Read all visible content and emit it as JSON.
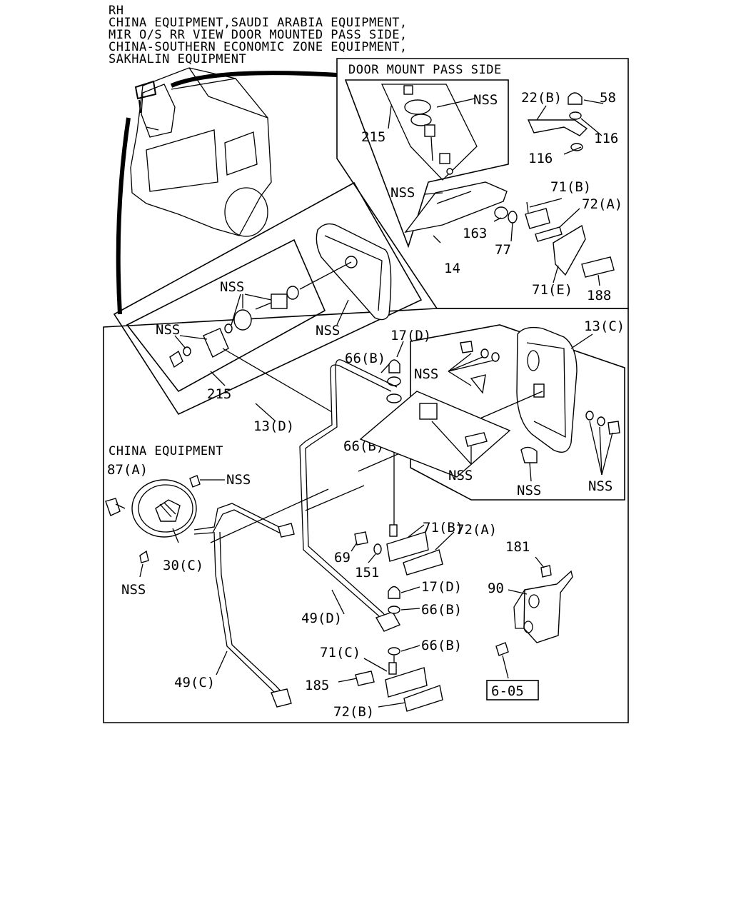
{
  "header": {
    "lines": [
      "RH",
      "CHINA EQUIPMENT,SAUDI ARABIA EQUIPMENT,",
      "MIR O/S RR VIEW DOOR MOUNTED PASS SIDE,",
      "CHINA-SOUTHERN ECONOMIC ZONE EQUIPMENT,",
      "SAKHALIN EQUIPMENT"
    ]
  },
  "sections": {
    "door_mount_pass_side": "DOOR MOUNT PASS SIDE",
    "china_equipment": "CHINA EQUIPMENT"
  },
  "callouts": {
    "door_nss": "NSS",
    "door_215": "215",
    "door_22b": "22(B)",
    "door_58": "58",
    "door_116a": "116",
    "door_116b": "116",
    "door_nss2": "NSS",
    "door_71b": "71(B)",
    "door_72a": "72(A)",
    "door_163": "163",
    "door_77": "77",
    "door_14": "14",
    "door_71e": "71(E)",
    "door_188": "188",
    "mirror_nss_top": "NSS",
    "mirror_nss_left": "NSS",
    "mirror_nss_right": "NSS",
    "mirror_215": "215",
    "mirror_13d": "13(D)",
    "upper_17d": "17(D)",
    "upper_66b_a": "66(B)",
    "upper_66b_b": "66(B)",
    "right_13c": "13(C)",
    "right_nss_a": "NSS",
    "right_nss_b": "NSS",
    "right_nss_c": "NSS",
    "right_nss_d": "NSS",
    "china_87a": "87(A)",
    "china_nss_a": "NSS",
    "china_nss_b": "NSS",
    "china_30c": "30(C)",
    "mid_71b": "71(B)",
    "mid_72a": "72(A)",
    "mid_69": "69",
    "mid_151": "151",
    "mid_17d": "17(D)",
    "mid_66b_a": "66(B)",
    "mid_49d": "49(D)",
    "mid_71c": "71(C)",
    "mid_66b_b": "66(B)",
    "mid_185": "185",
    "mid_72b": "72(B)",
    "left_49c": "49(C)",
    "br_181": "181",
    "br_90": "90",
    "br_605": "6-05"
  }
}
